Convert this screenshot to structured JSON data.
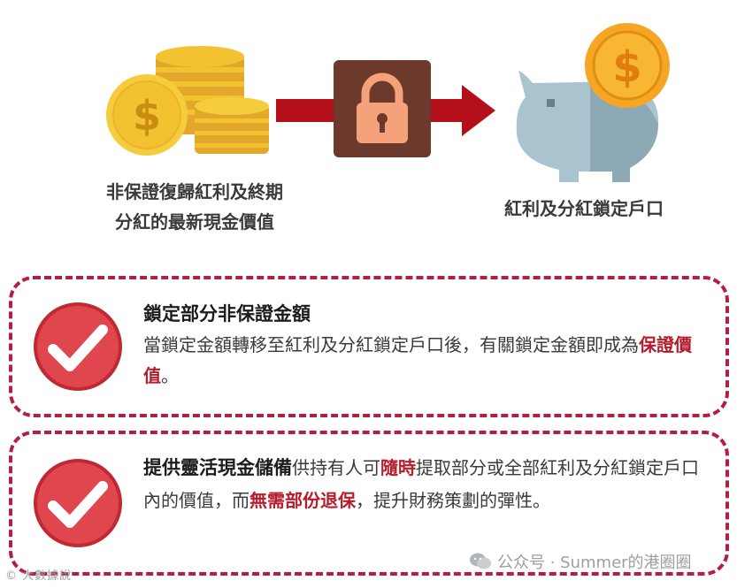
{
  "diagram": {
    "left_label_line1": "非保證復歸紅利及終期",
    "left_label_line2": "分紅的最新現金價值",
    "right_label": "紅利及分紅鎖定戶口",
    "coin_symbol": "$",
    "icons": [
      "gold-coins-stack",
      "padlock",
      "piggy-bank",
      "red-arrow"
    ],
    "colors": {
      "gold": "#f2c230",
      "arrow": "#b5101a",
      "lock_bg": "#6b3a2c",
      "pig": "#9ab7c4",
      "coin_orange": "#f39a1a"
    }
  },
  "cards": [
    {
      "title": "鎖定部分非保證金額",
      "body_part1": "當鎖定金額轉移至紅利及分紅鎖定戶口後，有關鎖定金額即成為",
      "highlight1": "保證價值",
      "body_part2": "。"
    },
    {
      "title": "提供靈活現金儲備",
      "body_part1": "供持有人可",
      "highlight1": "隨時",
      "body_part2": "提取部分或全部紅利及分紅鎖定戶口內的價值，而",
      "highlight2": "無需部份退保",
      "body_part3": "，提升財務策劃的彈性。"
    }
  ],
  "footer": {
    "left_watermark": "© 大數據說",
    "right_watermark": "公众号 · Summer的港圈圈"
  },
  "accent_color": "#b51f3f"
}
